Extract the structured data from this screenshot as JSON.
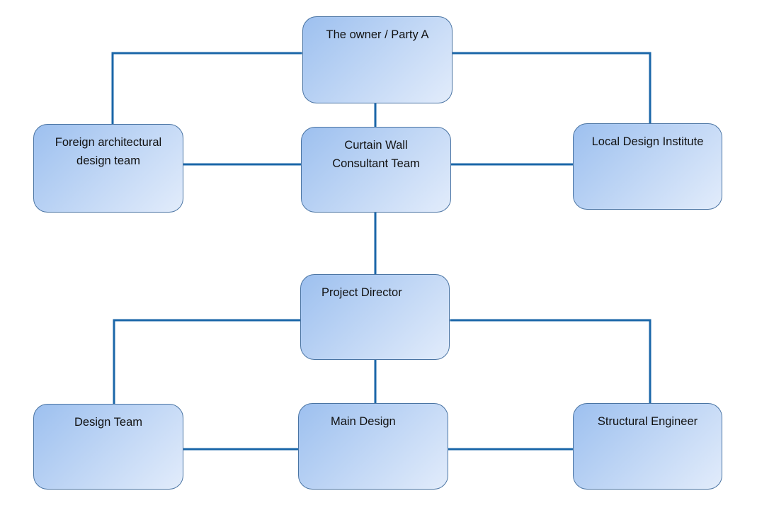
{
  "diagram": {
    "type": "organization-chart",
    "line_color": "#1a66a8",
    "box_border_color": "#4a74a3",
    "box_gradient": [
      "#9dc0ef",
      "#e2ecfb"
    ],
    "nodes": {
      "owner": {
        "label": "The owner / Party A"
      },
      "foreign_team": {
        "label": "Foreign architectural\ndesign team"
      },
      "consultant": {
        "label": "Curtain Wall\nConsultant Team"
      },
      "local_institute": {
        "label": "Local Design Institute"
      },
      "director": {
        "label": "Project Director"
      },
      "design_team": {
        "label": "Design Team"
      },
      "main_design": {
        "label": "Main Design"
      },
      "structural": {
        "label": "Structural Engineer"
      }
    },
    "edges": [
      {
        "from": "owner",
        "to": "foreign_team"
      },
      {
        "from": "owner",
        "to": "consultant"
      },
      {
        "from": "owner",
        "to": "local_institute"
      },
      {
        "from": "foreign_team",
        "to": "consultant"
      },
      {
        "from": "consultant",
        "to": "local_institute"
      },
      {
        "from": "consultant",
        "to": "director"
      },
      {
        "from": "director",
        "to": "design_team"
      },
      {
        "from": "director",
        "to": "main_design"
      },
      {
        "from": "director",
        "to": "structural"
      },
      {
        "from": "design_team",
        "to": "main_design"
      },
      {
        "from": "main_design",
        "to": "structural"
      }
    ]
  }
}
